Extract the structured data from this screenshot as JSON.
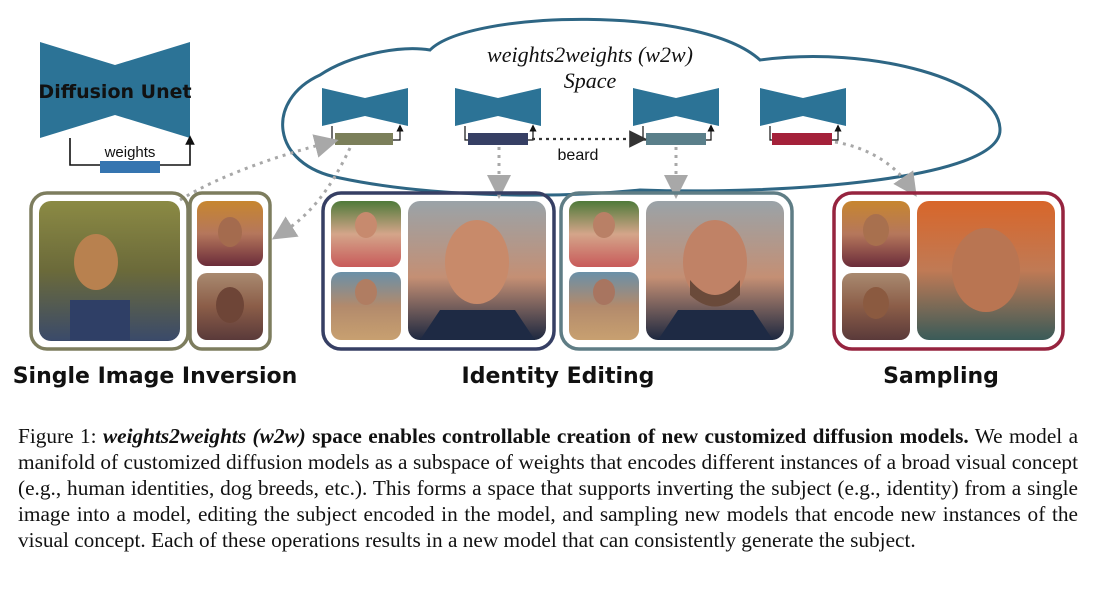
{
  "figure": {
    "unet_label": "Diffusion Unet",
    "weights_label": "weights",
    "space_title_line1": "weights2weights (w2w)",
    "space_title_line2": "Space",
    "edit_label": "beard",
    "section_labels": {
      "inversion": "Single Image Inversion",
      "editing": "Identity Editing",
      "sampling": "Sampling"
    },
    "colors": {
      "unet": "#2c7396",
      "cloud_stroke": "#2e6684",
      "weights_bar": "#3575b0",
      "vec_inversion": "#7b7f5a",
      "vec_editing": "#363f64",
      "vec_edited": "#5a7f8a",
      "vec_sampling": "#a4213a",
      "frame_inversion": "#7d7d5e",
      "frame_editing": "#363f64",
      "frame_edited": "#5f7d85",
      "frame_sampling": "#96243f"
    },
    "icons": {
      "unet": "hourglass-unet-icon",
      "arrow": "dotted-arrow-icon"
    }
  },
  "caption": {
    "figure_number": "Figure 1:",
    "title_italic": "weights2weights",
    "title_paren": "(w2w)",
    "title_rest": "space enables controllable creation of new customized diffusion models.",
    "body": "We model a manifold of customized diffusion models as a subspace of weights that encodes different instances of a broad visual concept (e.g., human identities, dog breeds, etc.). This forms a space that supports inverting the subject (e.g., identity) from a single image into a model, editing the subject encoded in the model, and sampling new models that encode new instances of the visual concept. Each of these operations results in a new model that can consistently generate the subject."
  }
}
